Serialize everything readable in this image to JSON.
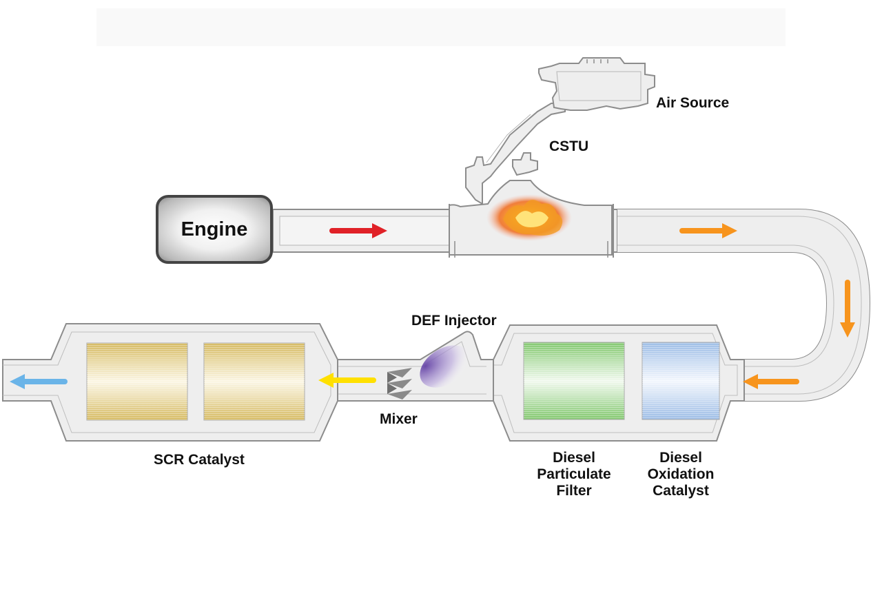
{
  "labels": {
    "engine": "Engine",
    "air_source": "Air Source",
    "cstu": "CSTU",
    "def_injector": "DEF Injector",
    "mixer": "Mixer",
    "scr_catalyst": "SCR Catalyst",
    "dpf": [
      "Diesel",
      "Particulate",
      "Filter"
    ],
    "doc": [
      "Diesel",
      "Oxidation",
      "Catalyst"
    ]
  },
  "flow_colors": {
    "engine_out": "#e02127",
    "after_cstu": "#f7941d",
    "after_mixer": "#ffe000",
    "tailpipe": "#6ab4e8"
  },
  "component_colors": {
    "scr": "#d8bf6a",
    "dpf": "#8fcf7c",
    "doc": "#a9c6ea",
    "pipe_fill": "#eeeeee",
    "pipe_stroke": "#8c8c8c"
  }
}
